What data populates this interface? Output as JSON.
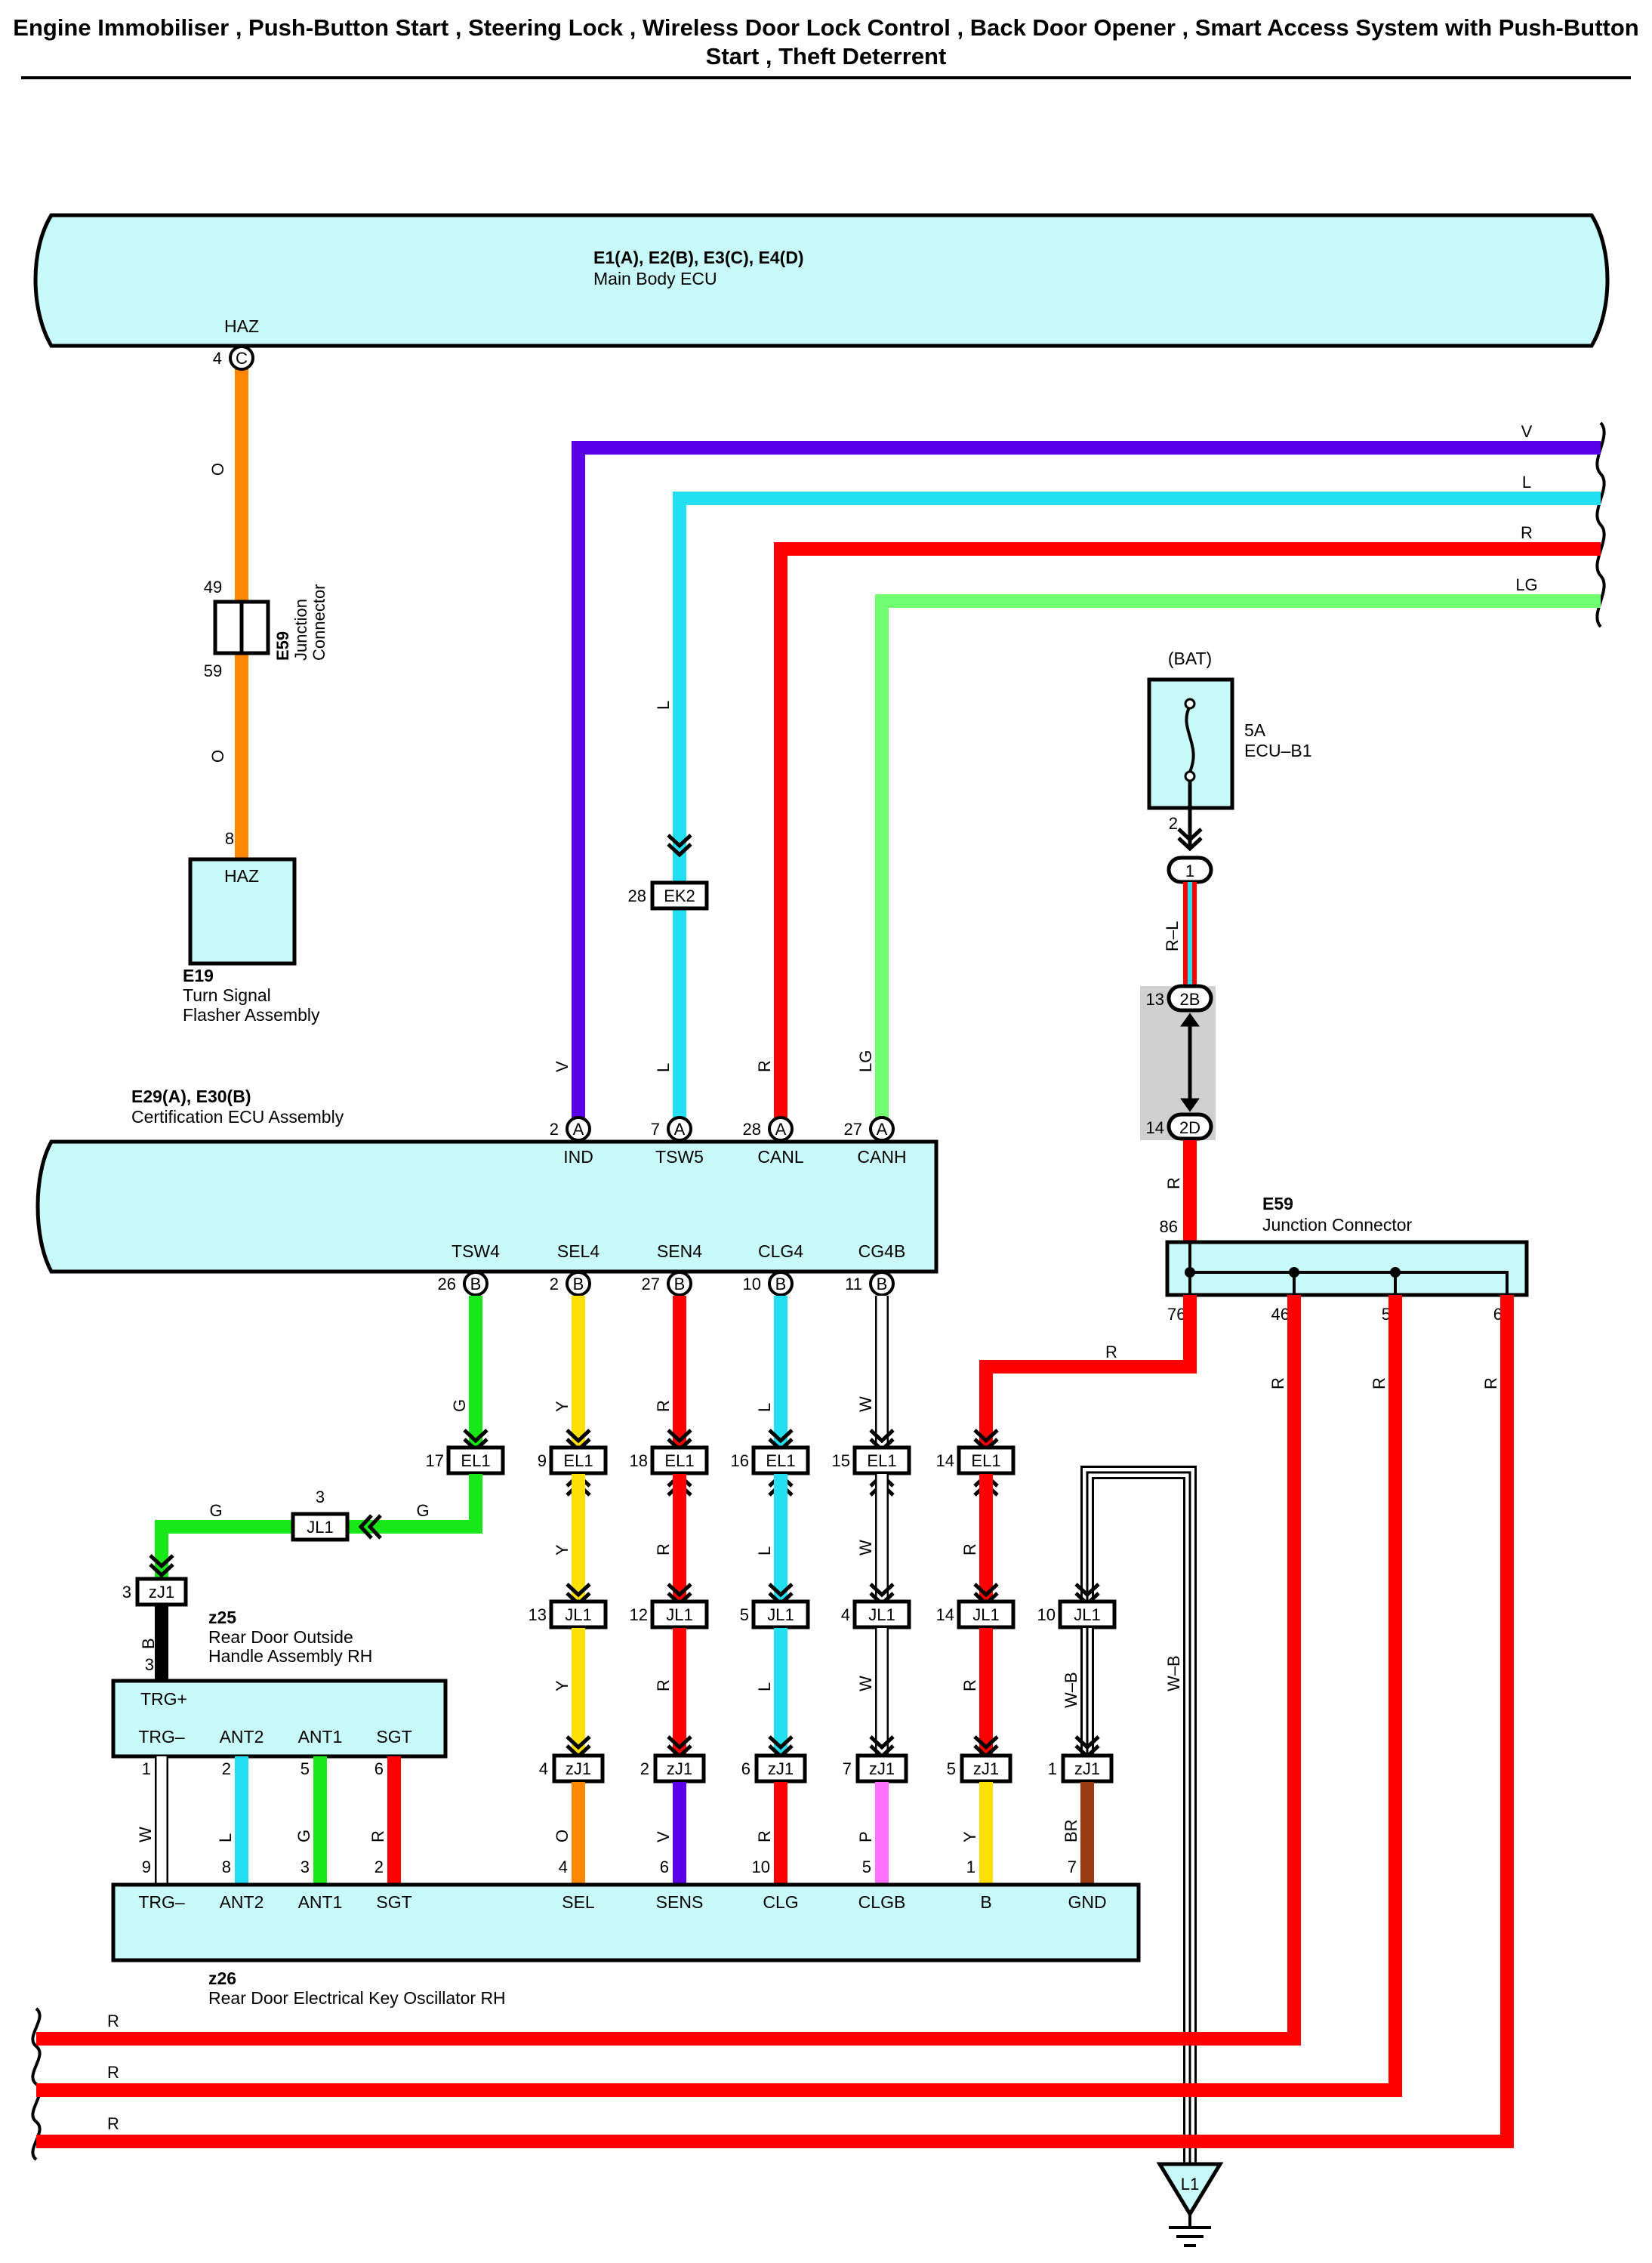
{
  "title": "Engine Immobiliser , Push-Button Start , Steering Lock , Wireless Door Lock Control , Back Door Opener , Smart Access System with Push-Button Start , Theft Deterrent",
  "colors": {
    "O": "#ff8800",
    "V": "#5a00e8",
    "L": "#22e0f2",
    "R": "#ff0000",
    "LG": "#70ff70",
    "G": "#18e818",
    "Y": "#ffe000",
    "P": "#ff70ff",
    "BR": "#9a3a10",
    "B": "#000000",
    "W": "#ffffff",
    "component_fill": "#c8fafa",
    "connector_shade": "#d0d0d0"
  },
  "components": {
    "main_body_ecu": {
      "ref": "E1(A), E2(B), E3(C), E4(D)",
      "name": "Main Body ECU",
      "pin_name": "HAZ",
      "pin": "4",
      "pin_letter": "C"
    },
    "e59_top": {
      "ref": "E59",
      "name1": "Junction",
      "name2": "Connector",
      "pin_top": "49",
      "pin_bottom": "59"
    },
    "turn_signal": {
      "ref": "E19",
      "name1": "Turn Signal",
      "name2": "Flasher Assembly",
      "pin": "8",
      "pin_name": "HAZ"
    },
    "cert_ecu": {
      "ref": "E29(A), E30(B)",
      "name": "Certification ECU Assembly",
      "top_pins": [
        {
          "num": "2",
          "letter": "A",
          "name": "IND"
        },
        {
          "num": "7",
          "letter": "A",
          "name": "TSW5"
        },
        {
          "num": "28",
          "letter": "A",
          "name": "CANL"
        },
        {
          "num": "27",
          "letter": "A",
          "name": "CANH"
        }
      ],
      "bottom_pins": [
        {
          "num": "26",
          "letter": "B",
          "name": "TSW4"
        },
        {
          "num": "2",
          "letter": "B",
          "name": "SEL4"
        },
        {
          "num": "27",
          "letter": "B",
          "name": "SEN4"
        },
        {
          "num": "10",
          "letter": "B",
          "name": "CLG4"
        },
        {
          "num": "11",
          "letter": "B",
          "name": "CG4B"
        }
      ]
    },
    "fuse": {
      "source": "(BAT)",
      "rating": "5A",
      "name": "ECU–B1",
      "pin": "2",
      "conn1": "1"
    },
    "relay_conn": {
      "top_num": "13",
      "top_label": "2B",
      "bottom_num": "14",
      "bottom_label": "2D",
      "wire_label": "R–L"
    },
    "e59_right": {
      "ref": "E59",
      "name": "Junction Connector",
      "pin_in": "86",
      "pins_out": [
        "76",
        "46",
        "5",
        "6"
      ]
    },
    "ek2": {
      "num": "28",
      "label": "EK2"
    },
    "jl1_left": {
      "num": "3",
      "label": "JL1"
    },
    "zj1_left": {
      "num": "3",
      "label": "zJ1"
    },
    "z25": {
      "ref": "z25",
      "name1": "Rear Door Outside",
      "name2": "Handle Assembly RH",
      "trg_plus": "TRG+",
      "trg_plus_pin": "3",
      "pins": [
        {
          "name": "TRG–",
          "num": "1"
        },
        {
          "name": "ANT2",
          "num": "2"
        },
        {
          "name": "ANT1",
          "num": "5"
        },
        {
          "name": "SGT",
          "num": "6"
        }
      ]
    },
    "z26": {
      "ref": "z26",
      "name": "Rear Door Electrical Key Oscillator RH",
      "pins": [
        {
          "name": "TRG–",
          "num": "9"
        },
        {
          "name": "ANT2",
          "num": "8"
        },
        {
          "name": "ANT1",
          "num": "3"
        },
        {
          "name": "SGT",
          "num": "2"
        },
        {
          "name": "SEL",
          "num": "4"
        },
        {
          "name": "SENS",
          "num": "6"
        },
        {
          "name": "CLG",
          "num": "10"
        },
        {
          "name": "CLGB",
          "num": "5"
        },
        {
          "name": "B",
          "num": "1"
        },
        {
          "name": "GND",
          "num": "7"
        }
      ]
    },
    "ground": {
      "label": "L1"
    }
  },
  "connectors": {
    "el1": {
      "label": "EL1",
      "pins": [
        "17",
        "9",
        "18",
        "16",
        "15",
        "14"
      ]
    },
    "jl1": {
      "label": "JL1",
      "pins": [
        "13",
        "12",
        "5",
        "4",
        "14",
        "10"
      ]
    },
    "zj1": {
      "label": "zJ1",
      "pins": [
        "4",
        "2",
        "6",
        "7",
        "5",
        "1"
      ]
    }
  },
  "wire_labels": {
    "right_edge": [
      "V",
      "L",
      "R",
      "LG"
    ],
    "haz": "O",
    "tsw5_upper": "L",
    "cert_top": [
      "V",
      "L",
      "R",
      "LG"
    ],
    "relay_out": "R",
    "e59_out": [
      "R",
      "R",
      "R"
    ],
    "e59_76": "R",
    "cert_bottom": [
      "G",
      "Y",
      "R",
      "L",
      "W"
    ],
    "el1_jl1": [
      "Y",
      "R",
      "L",
      "W",
      "R"
    ],
    "jl1_zj1": [
      "Y",
      "R",
      "L",
      "W",
      "R",
      "W–B"
    ],
    "zj1_z26": [
      "O",
      "V",
      "R",
      "P",
      "Y",
      "BR"
    ],
    "green_left": "G",
    "green_right": "G",
    "z25_black": "B",
    "z25_z26": [
      "W",
      "L",
      "G",
      "R"
    ],
    "ground_wire": "W–B",
    "bottom_edge": [
      "R",
      "R",
      "R"
    ]
  }
}
